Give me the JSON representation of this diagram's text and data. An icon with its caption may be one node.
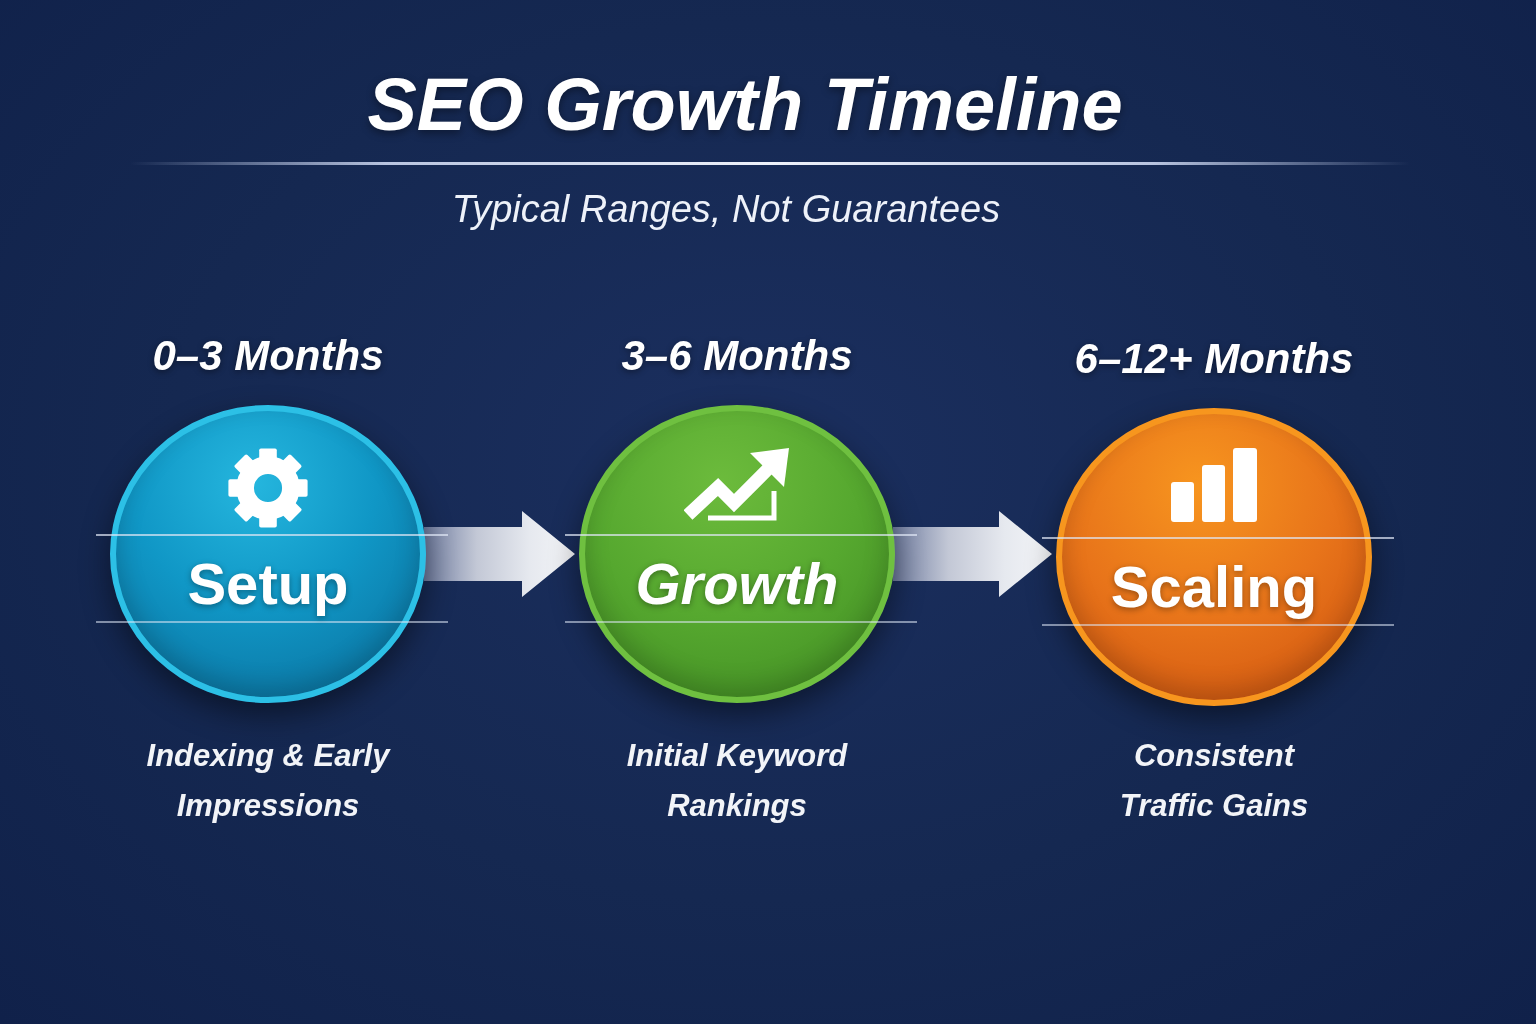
{
  "diagram": {
    "title": "SEO Growth Timeline",
    "nodes": [
      {
        "text": [
          "0–3 Months",
          "Setup"
        ],
        "beside": [
          "Indexing & Early Impressions"
        ]
      },
      {
        "text": [
          "3–6 Months",
          "Growth"
        ],
        "beside": [
          "Initial Keyword Rankings"
        ]
      },
      {
        "text": [
          "6–12+ Months",
          "Scaling"
        ],
        "beside": [
          "Consistent Traffic Gains"
        ]
      }
    ],
    "edges": [
      {
        "from": 0,
        "to": 1,
        "arrow": "to",
        "style": "thick"
      },
      {
        "from": 1,
        "to": 2,
        "arrow": "to",
        "style": "thick"
      }
    ],
    "labels": [
      "Typical Ranges, Not Guarantees"
    ]
  }
}
